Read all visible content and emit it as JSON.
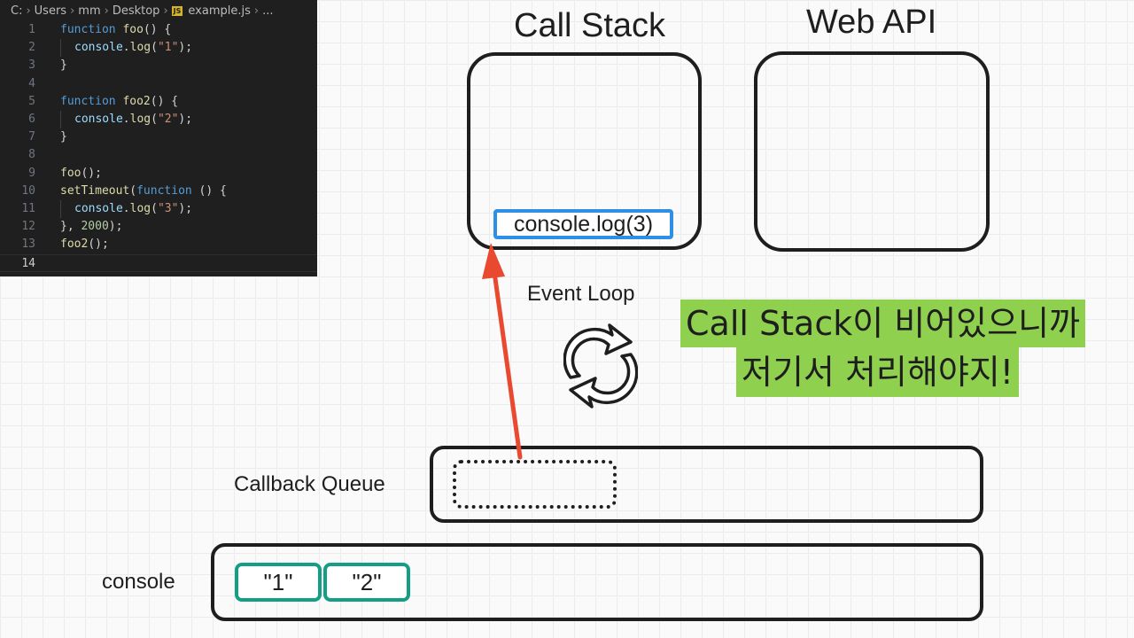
{
  "code_panel": {
    "breadcrumb": [
      "C:",
      "Users",
      "mm",
      "Desktop",
      "example.js",
      "..."
    ],
    "js_badge": "JS",
    "lines": [
      {
        "n": "1",
        "tokens": [
          {
            "t": "function ",
            "c": "kw"
          },
          {
            "t": "foo",
            "c": "fn"
          },
          {
            "t": "() {",
            "c": "pl"
          }
        ]
      },
      {
        "n": "2",
        "indent": true,
        "tokens": [
          {
            "t": "console",
            "c": "obj"
          },
          {
            "t": ".",
            "c": "pl"
          },
          {
            "t": "log",
            "c": "fn"
          },
          {
            "t": "(",
            "c": "pl"
          },
          {
            "t": "\"1\"",
            "c": "str"
          },
          {
            "t": ");",
            "c": "pl"
          }
        ]
      },
      {
        "n": "3",
        "tokens": [
          {
            "t": "}",
            "c": "pl"
          }
        ]
      },
      {
        "n": "4",
        "tokens": []
      },
      {
        "n": "5",
        "tokens": [
          {
            "t": "function ",
            "c": "kw"
          },
          {
            "t": "foo2",
            "c": "fn"
          },
          {
            "t": "() {",
            "c": "pl"
          }
        ]
      },
      {
        "n": "6",
        "indent": true,
        "tokens": [
          {
            "t": "console",
            "c": "obj"
          },
          {
            "t": ".",
            "c": "pl"
          },
          {
            "t": "log",
            "c": "fn"
          },
          {
            "t": "(",
            "c": "pl"
          },
          {
            "t": "\"2\"",
            "c": "str"
          },
          {
            "t": ");",
            "c": "pl"
          }
        ]
      },
      {
        "n": "7",
        "tokens": [
          {
            "t": "}",
            "c": "pl"
          }
        ]
      },
      {
        "n": "8",
        "tokens": []
      },
      {
        "n": "9",
        "tokens": [
          {
            "t": "foo",
            "c": "fn"
          },
          {
            "t": "();",
            "c": "pl"
          }
        ]
      },
      {
        "n": "10",
        "tokens": [
          {
            "t": "setTimeout",
            "c": "fn"
          },
          {
            "t": "(",
            "c": "pl"
          },
          {
            "t": "function",
            "c": "kw"
          },
          {
            "t": " () {",
            "c": "pl"
          }
        ]
      },
      {
        "n": "11",
        "indent": true,
        "tokens": [
          {
            "t": "console",
            "c": "obj"
          },
          {
            "t": ".",
            "c": "pl"
          },
          {
            "t": "log",
            "c": "fn"
          },
          {
            "t": "(",
            "c": "pl"
          },
          {
            "t": "\"3\"",
            "c": "str"
          },
          {
            "t": ");",
            "c": "pl"
          }
        ]
      },
      {
        "n": "12",
        "tokens": [
          {
            "t": "}, ",
            "c": "pl"
          },
          {
            "t": "2000",
            "c": "num"
          },
          {
            "t": ");",
            "c": "pl"
          }
        ]
      },
      {
        "n": "13",
        "tokens": [
          {
            "t": "foo2",
            "c": "fn"
          },
          {
            "t": "();",
            "c": "pl"
          }
        ]
      },
      {
        "n": "14",
        "active": true,
        "tokens": []
      }
    ]
  },
  "call_stack": {
    "title": "Call Stack",
    "item": "console.log(3)"
  },
  "web_api": {
    "title": "Web API"
  },
  "event_loop": {
    "label": "Event Loop",
    "icon": "refresh-icon"
  },
  "callback_queue": {
    "label": "Callback Queue"
  },
  "console": {
    "label": "console",
    "outputs": [
      "\"1\"",
      "\"2\""
    ]
  },
  "note": {
    "line1": "Call Stack이 비어있으니까",
    "line2": "저기서 처리해야지!"
  },
  "colors": {
    "arrow": "#e8492f",
    "stack_item_border": "#2f8fe6",
    "output_border": "#149e85",
    "note_bg": "#8fd14f",
    "stroke": "#1e1e1e"
  }
}
